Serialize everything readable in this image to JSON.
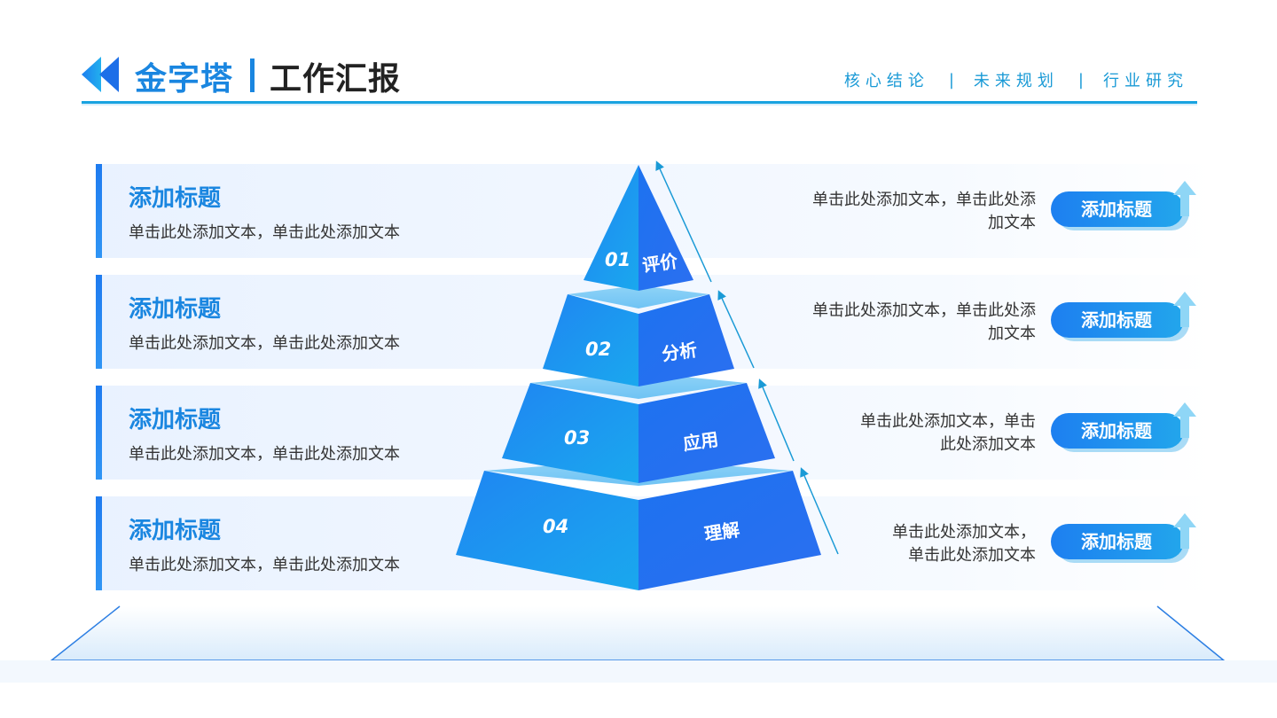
{
  "header": {
    "title_part1": "金字塔",
    "title_part2": "工作汇报",
    "nav": [
      "核心结论",
      "未来规划",
      "行业研究"
    ]
  },
  "colors": {
    "primary": "#1a86e0",
    "accent_line": "#19a3e0",
    "pyramid_dark": "#1e6ff0",
    "pyramid_light": "#1aa6ee",
    "band": "#e9f2ff"
  },
  "rows": [
    {
      "title": "添加标题",
      "text": "单击此处添加文本，单击此处添加文本",
      "right_text": "单击此处添加文本，单击此处添\n加文本",
      "button": "添加标题"
    },
    {
      "title": "添加标题",
      "text": "单击此处添加文本，单击此处添加文本",
      "right_text": "单击此处添加文本，单击此处添\n加文本",
      "button": "添加标题"
    },
    {
      "title": "添加标题",
      "text": "单击此处添加文本，单击此处添加文本",
      "right_text": "单击此处添加文本，单击\n此处添加文本",
      "button": "添加标题"
    },
    {
      "title": "添加标题",
      "text": "单击此处添加文本，单击此处添加文本",
      "right_text": "单击此处添加文本，\n单击此处添加文本",
      "button": "添加标题"
    }
  ],
  "pyramid": [
    {
      "number": "01",
      "label": "评价"
    },
    {
      "number": "02",
      "label": "分析"
    },
    {
      "number": "03",
      "label": "应用"
    },
    {
      "number": "04",
      "label": "理解"
    }
  ],
  "icons": {
    "logo": "double-chevron-left-icon",
    "button_arrow": "up-arrow-icon"
  }
}
